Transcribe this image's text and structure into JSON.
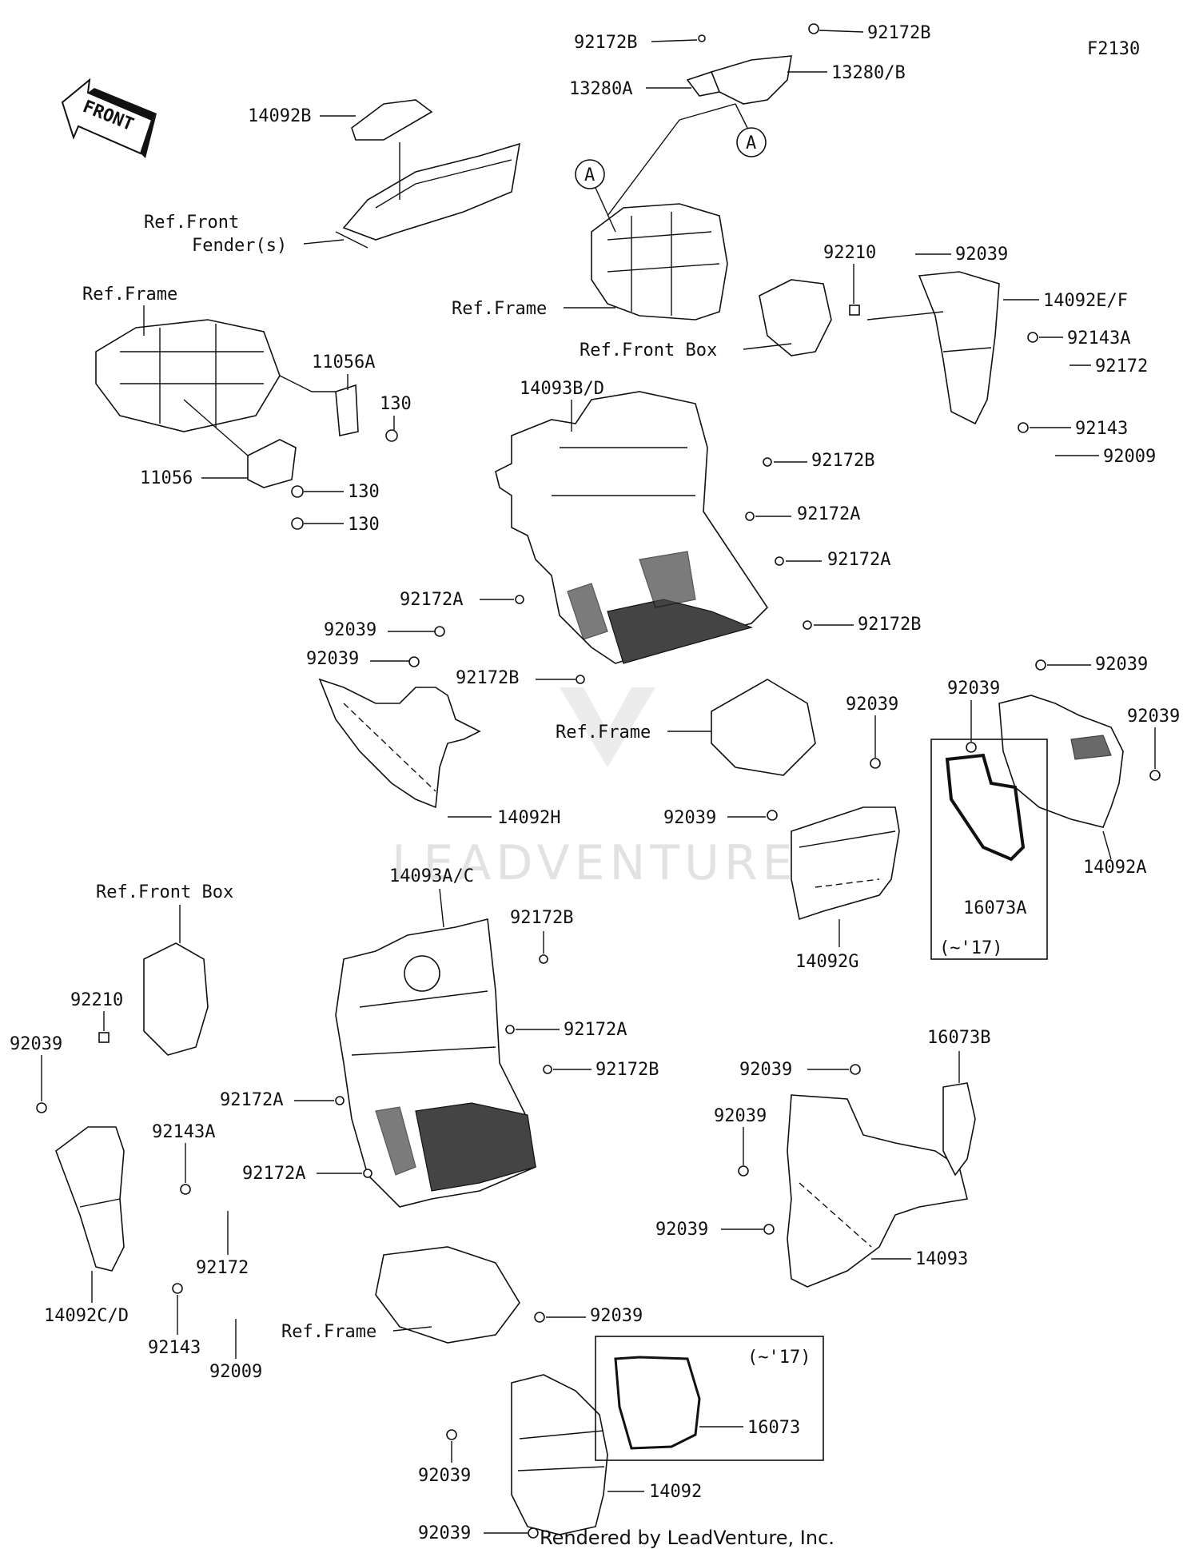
{
  "diagram_code": "F2130",
  "front_arrow_label": "FRONT",
  "watermark": "LEADVENTURE",
  "footer": "Rendered by LeadVenture, Inc.",
  "callout_marker": "A",
  "year_note": "(~'17)",
  "refs": {
    "front_fender": "Ref.Front",
    "front_fender_2": "Fender(s)",
    "frame": "Ref.Frame",
    "front_box": "Ref.Front Box"
  },
  "parts": {
    "p92172B": "92172B",
    "p13280A": "13280A",
    "p13280B": "13280/B",
    "p14092B": "14092B",
    "p92210": "92210",
    "p92039": "92039",
    "p14092EF": "14092E/F",
    "p92143A": "92143A",
    "p92172": "92172",
    "p92143": "92143",
    "p92009": "92009",
    "p11056A": "11056A",
    "p130": "130",
    "p11056": "11056",
    "p14093BD": "14093B/D",
    "p92172A": "92172A",
    "p14092H": "14092H",
    "p14092A": "14092A",
    "p16073A": "16073A",
    "p14092G": "14092G",
    "p14093AC": "14093A/C",
    "p14092CD": "14092C/D",
    "p16073B": "16073B",
    "p14093": "14093",
    "p16073": "16073",
    "p14092": "14092"
  }
}
